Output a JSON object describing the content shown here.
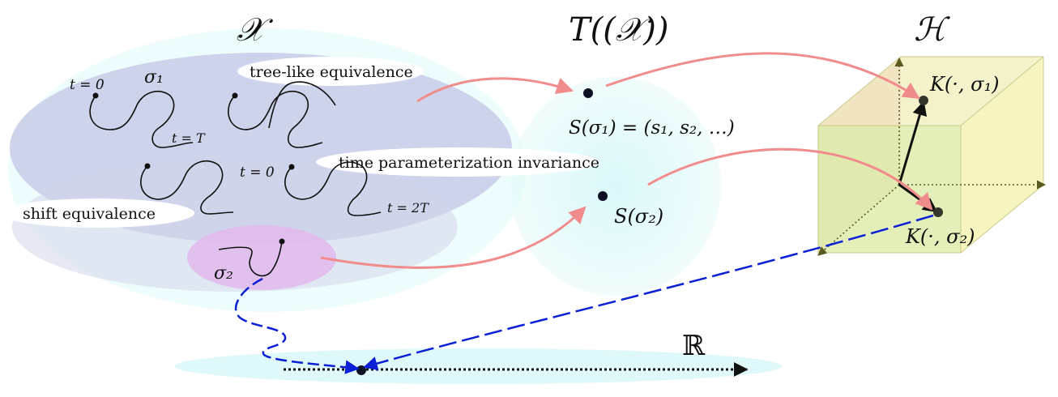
{
  "titles": {
    "x_space": "𝒳",
    "tensor": "T((𝒳))",
    "hilbert": "ℋ"
  },
  "ellipse_labels": {
    "tree_like": "tree-like equivalence",
    "time_param": "time parameterization invariance",
    "shift": "shift equivalence"
  },
  "path_labels": {
    "t0_a": "t = 0",
    "sigma1": "σ₁",
    "tT": "t = T",
    "t0_b": "t = 0",
    "t2T": "t = 2T",
    "sigma2": "σ₂"
  },
  "signature_labels": {
    "s_sigma1": "S(σ₁) = (s₁, s₂, …)",
    "s_sigma2": "S(σ₂)"
  },
  "kernel_labels": {
    "k_sigma1": "K(·, σ₁)",
    "k_sigma2": "K(·, σ₂)"
  },
  "real_line_label": "ℝ",
  "colors": {
    "big_ellipse": "#c7cbe6",
    "pink_ellipse": "#e3b9ec",
    "cyan_blob": "#d8f7f8",
    "arrow_pink": "#f08c8c",
    "blue_dash": "#0a1fd6",
    "cube_yellow": "#f6f4b8",
    "cube_green": "#d9e9a0"
  }
}
